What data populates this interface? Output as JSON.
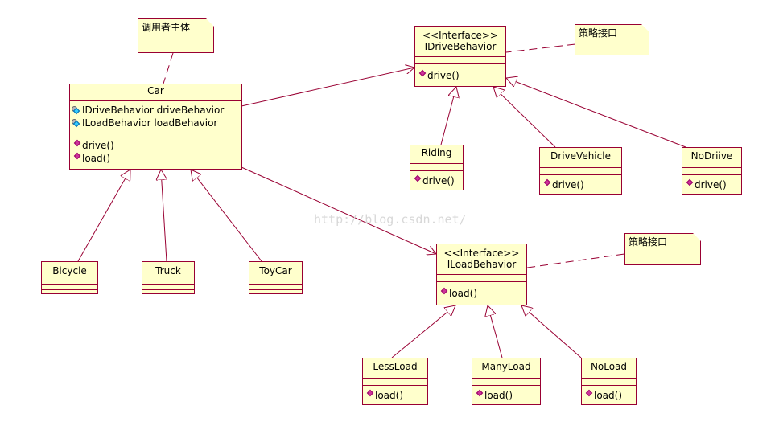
{
  "watermark": "http://blog.csdn.net/",
  "notes": {
    "invoker": "调用者主体",
    "strategy_drive": "策略接口",
    "strategy_load": "策略接口"
  },
  "classes": {
    "car": {
      "name": "Car",
      "fields": [
        "IDriveBehavior  driveBehavior",
        "ILoadBehavior loadBehavior"
      ],
      "methods": [
        "drive()",
        "load()"
      ]
    },
    "bicycle": {
      "name": "Bicycle"
    },
    "truck": {
      "name": "Truck"
    },
    "toycar": {
      "name": "ToyCar"
    },
    "idrive": {
      "stereotype": "<<Interface>>",
      "name": "IDriveBehavior",
      "methods": [
        "drive()"
      ]
    },
    "riding": {
      "name": "Riding",
      "methods": [
        "drive()"
      ]
    },
    "drivevehicle": {
      "name": "DriveVehicle",
      "methods": [
        "drive()"
      ]
    },
    "nodrive": {
      "name": "NoDriive",
      "methods": [
        "drive()"
      ]
    },
    "iload": {
      "stereotype": "<<Interface>>",
      "name": "ILoadBehavior",
      "methods": [
        "load()"
      ]
    },
    "lessload": {
      "name": "LessLoad",
      "methods": [
        "load()"
      ]
    },
    "manyload": {
      "name": "ManyLoad",
      "methods": [
        "load()"
      ]
    },
    "noload": {
      "name": "NoLoad",
      "methods": [
        "load()"
      ]
    }
  },
  "colors": {
    "line": "#990033",
    "box_fill": "#ffffcc",
    "method_icon": "#cc3399",
    "field_icon": "#33ccff"
  }
}
